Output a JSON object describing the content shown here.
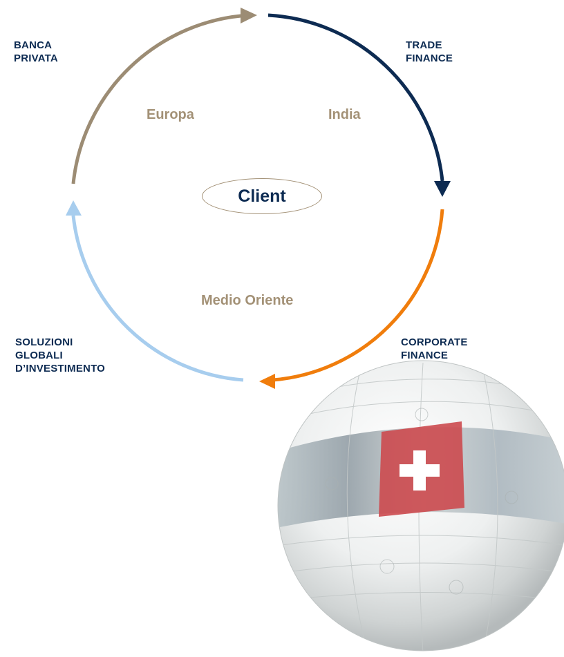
{
  "diagram": {
    "center_label": "Client",
    "regions": [
      "Europa",
      "India",
      "Medio Oriente"
    ],
    "services": [
      {
        "label": "BANCA\nPRIVATA",
        "color": "#9c8c74"
      },
      {
        "label": "TRADE\nFINANCE",
        "color": "#0d2b52"
      },
      {
        "label": "CORPORATE\nFINANCE",
        "color": "#f07d0c"
      },
      {
        "label": "SOLUZIONI\nGLOBALI\nD’INVESTIMENTO",
        "color": "#a7cdee"
      }
    ],
    "globe_image": "puzzle-globe-with-swiss-flag"
  }
}
